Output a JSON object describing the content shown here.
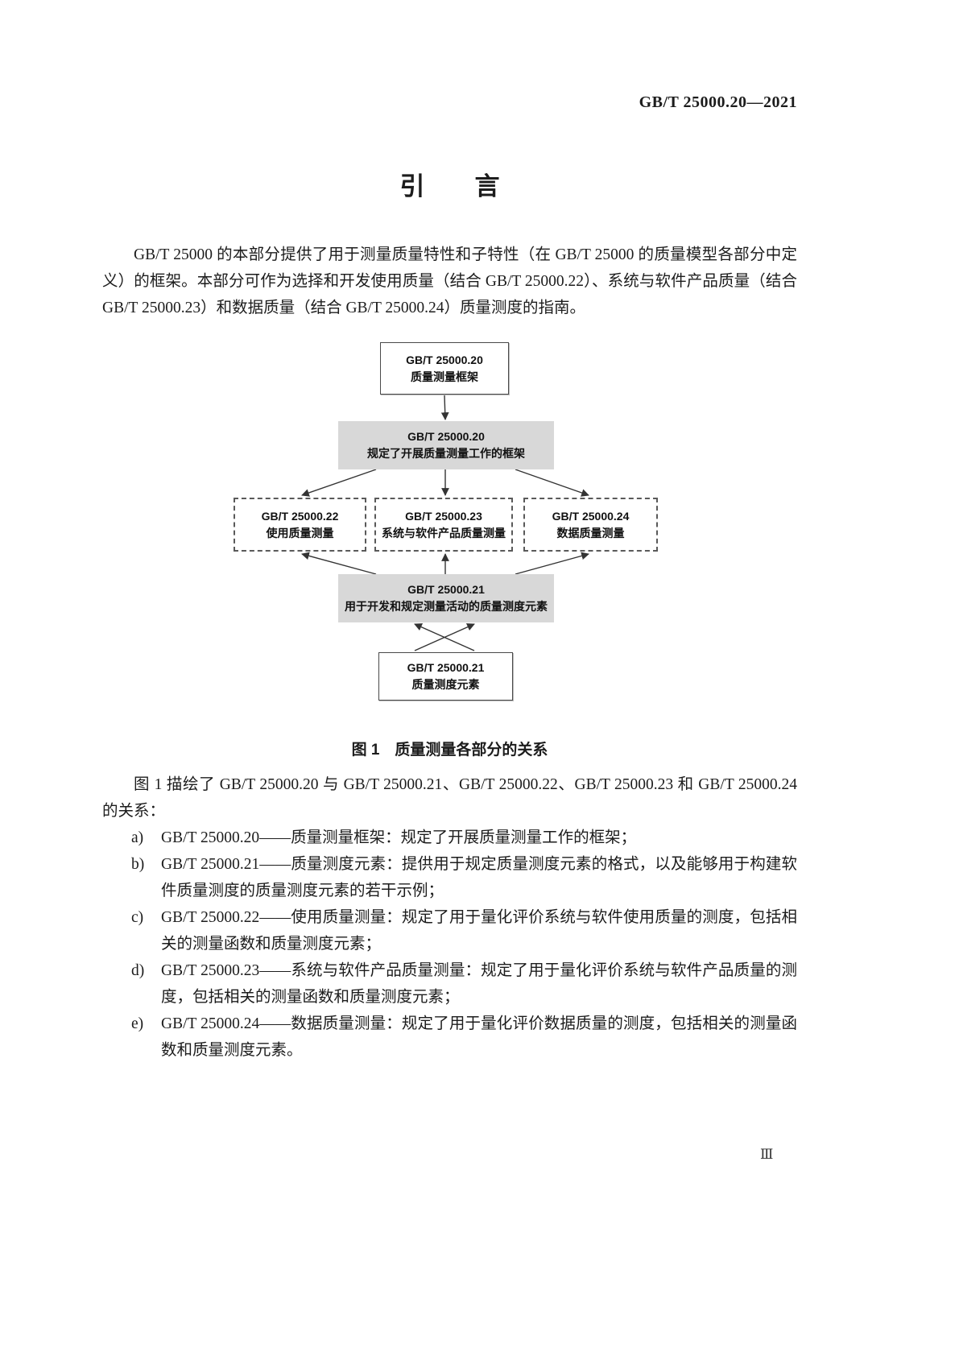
{
  "page": {
    "header_code": "GB/T 25000.20—2021",
    "title": "引　　言",
    "intro_paragraph": "GB/T 25000 的本部分提供了用于测量质量特性和子特性（在 GB/T 25000 的质量模型各部分中定义）的框架。本部分可作为选择和开发使用质量（结合 GB/T 25000.22）、系统与软件产品质量（结合 GB/T 25000.23）和数据质量（结合 GB/T 25000.24）质量测度的指南。",
    "page_number": "Ⅲ"
  },
  "figure": {
    "caption": "图 1　质量测量各部分的关系",
    "colors": {
      "band_fill": "#d8d8d8",
      "connector_line": "#333333",
      "box_border": "#4a4a4a"
    },
    "boxes": {
      "top": {
        "line1": "GB/T 25000.20",
        "line2": "质量测量框架"
      },
      "band_top": {
        "line1": "GB/T 25000.20",
        "line2": "规定了开展质量测量工作的框架"
      },
      "left": {
        "line1": "GB/T 25000.22",
        "line2": "使用质量测量"
      },
      "middle": {
        "line1": "GB/T 25000.23",
        "line2": "系统与软件产品质量测量"
      },
      "right": {
        "line1": "GB/T 25000.24",
        "line2": "数据质量测量"
      },
      "band_bottom": {
        "line1": "GB/T 25000.21",
        "line2": "用于开发和规定测量活动的质量测度元素"
      },
      "bottom": {
        "line1": "GB/T 25000.21",
        "line2": "质量测度元素"
      }
    }
  },
  "body": {
    "relation_paragraph": "图 1 描绘了 GB/T 25000.20 与 GB/T 25000.21、GB/T 25000.22、GB/T 25000.23 和 GB/T 25000.24 的关系：",
    "list": [
      {
        "marker": "a)",
        "text": "GB/T 25000.20——质量测量框架：规定了开展质量测量工作的框架；"
      },
      {
        "marker": "b)",
        "text": "GB/T 25000.21——质量测度元素：提供用于规定质量测度元素的格式，以及能够用于构建软件质量测度的质量测度元素的若干示例；"
      },
      {
        "marker": "c)",
        "text": "GB/T 25000.22——使用质量测量：规定了用于量化评价系统与软件使用质量的测度，包括相关的测量函数和质量测度元素；"
      },
      {
        "marker": "d)",
        "text": "GB/T 25000.23——系统与软件产品质量测量：规定了用于量化评价系统与软件产品质量的测度，包括相关的测量函数和质量测度元素；"
      },
      {
        "marker": "e)",
        "text": "GB/T 25000.24——数据质量测量：规定了用于量化评价数据质量的测度，包括相关的测量函数和质量测度元素。"
      }
    ]
  }
}
